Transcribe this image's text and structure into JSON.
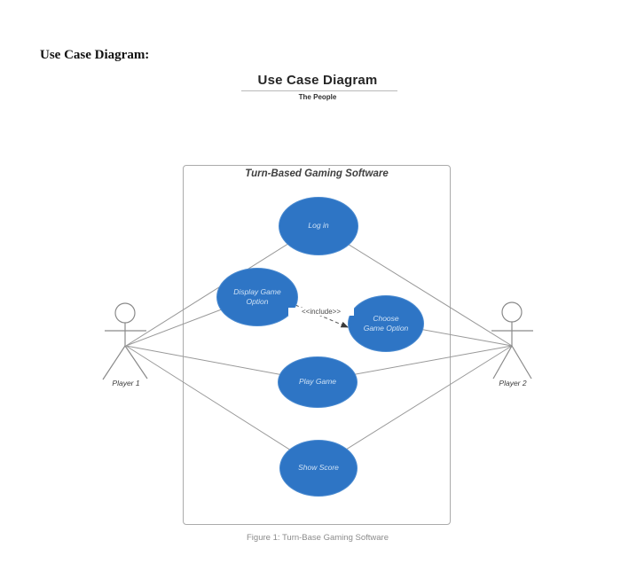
{
  "page": {
    "heading": "Use Case Diagram:"
  },
  "diagram": {
    "title": "Use Case Diagram",
    "subtitle": "The People",
    "system_boundary_label": "Turn-Based Gaming Software",
    "include_label": "<<include>>",
    "caption": "Figure 1: Turn-Base Gaming Software",
    "use_cases": [
      {
        "id": "log-in",
        "label": "Log in"
      },
      {
        "id": "display-game-option",
        "label": "Display Game\nOption"
      },
      {
        "id": "choose-game-option",
        "label": "Choose\nGame Option"
      },
      {
        "id": "play-game",
        "label": "Play Game"
      },
      {
        "id": "show-score",
        "label": "Show Score"
      }
    ],
    "actors": [
      {
        "id": "player-1",
        "label": "Player 1"
      },
      {
        "id": "player-2",
        "label": "Player 2"
      }
    ],
    "relationships": [
      {
        "from": "player-1",
        "to": "log-in",
        "type": "association"
      },
      {
        "from": "player-1",
        "to": "display-game-option",
        "type": "association"
      },
      {
        "from": "player-1",
        "to": "play-game",
        "type": "association"
      },
      {
        "from": "player-1",
        "to": "show-score",
        "type": "association"
      },
      {
        "from": "player-2",
        "to": "log-in",
        "type": "association"
      },
      {
        "from": "player-2",
        "to": "choose-game-option",
        "type": "association"
      },
      {
        "from": "player-2",
        "to": "play-game",
        "type": "association"
      },
      {
        "from": "player-2",
        "to": "show-score",
        "type": "association"
      },
      {
        "from": "display-game-option",
        "to": "choose-game-option",
        "type": "include"
      }
    ],
    "colors": {
      "use_case_fill": "#2e75c5",
      "use_case_text": "#cfe2f6",
      "association_line": "#999999",
      "boundary_border": "#ababab",
      "include_arrow": "#555555"
    }
  }
}
